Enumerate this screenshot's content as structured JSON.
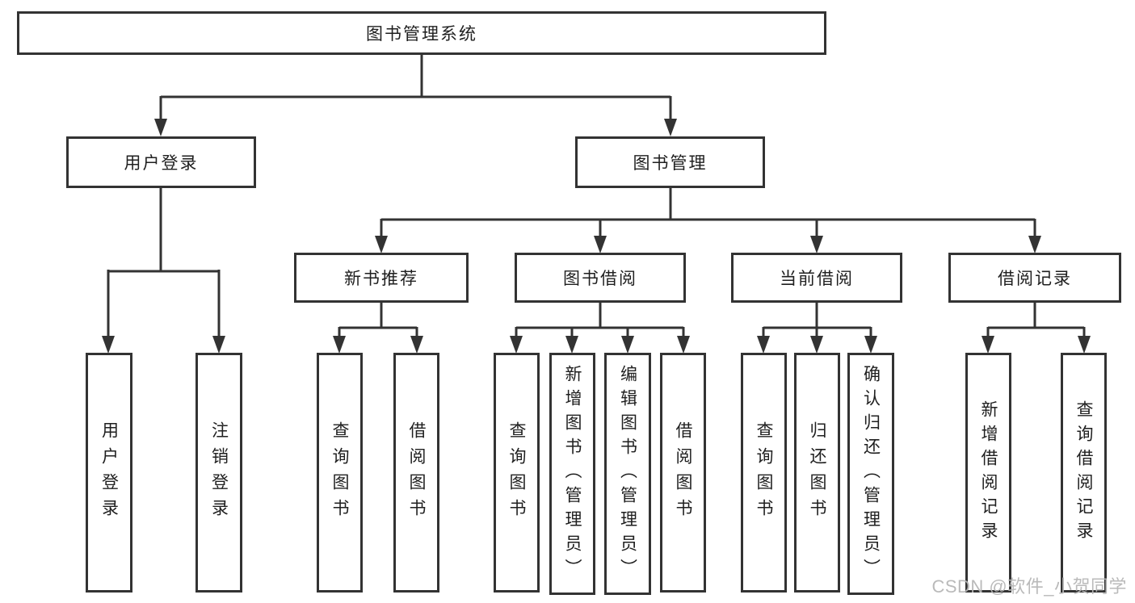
{
  "diagram": {
    "root": {
      "label": "图书管理系统",
      "children": [
        {
          "label": "用户登录",
          "children": [
            {
              "label": "用户登录"
            },
            {
              "label": "注销登录"
            }
          ]
        },
        {
          "label": "图书管理",
          "children": [
            {
              "label": "新书推荐",
              "children": [
                {
                  "label": "查询图书"
                },
                {
                  "label": "借阅图书"
                }
              ]
            },
            {
              "label": "图书借阅",
              "children": [
                {
                  "label": "查询图书"
                },
                {
                  "label": "新增图书（管理员）"
                },
                {
                  "label": "编辑图书（管理员）"
                },
                {
                  "label": "借阅图书"
                }
              ]
            },
            {
              "label": "当前借阅",
              "children": [
                {
                  "label": "查询图书"
                },
                {
                  "label": "归还图书"
                },
                {
                  "label": "确认归还（管理员）"
                }
              ]
            },
            {
              "label": "借阅记录",
              "children": [
                {
                  "label": "新增借阅记录"
                },
                {
                  "label": "查询借阅记录"
                }
              ]
            }
          ]
        }
      ]
    },
    "colors": {
      "line": "#333333",
      "text": "#1f1f1f",
      "watermark": "#b6b6b6",
      "background": "#ffffff"
    }
  },
  "watermark": "CSDN @软件_小贺同学"
}
